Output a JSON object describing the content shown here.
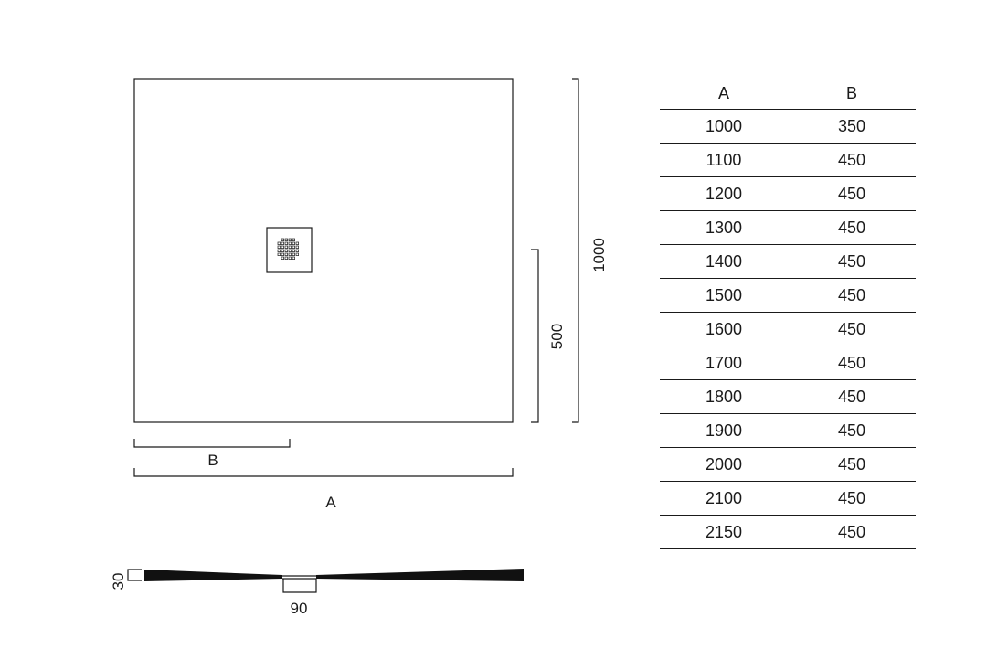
{
  "plan": {
    "label_a": "A",
    "label_b": "B",
    "label_height": "1000",
    "label_half_height": "500"
  },
  "section": {
    "label_thickness": "30",
    "label_drain": "90"
  },
  "table": {
    "headers": [
      "A",
      "B"
    ],
    "rows": [
      [
        "1000",
        "350"
      ],
      [
        "1100",
        "450"
      ],
      [
        "1200",
        "450"
      ],
      [
        "1300",
        "450"
      ],
      [
        "1400",
        "450"
      ],
      [
        "1500",
        "450"
      ],
      [
        "1600",
        "450"
      ],
      [
        "1700",
        "450"
      ],
      [
        "1800",
        "450"
      ],
      [
        "1900",
        "450"
      ],
      [
        "2000",
        "450"
      ],
      [
        "2100",
        "450"
      ],
      [
        "2150",
        "450"
      ]
    ]
  }
}
